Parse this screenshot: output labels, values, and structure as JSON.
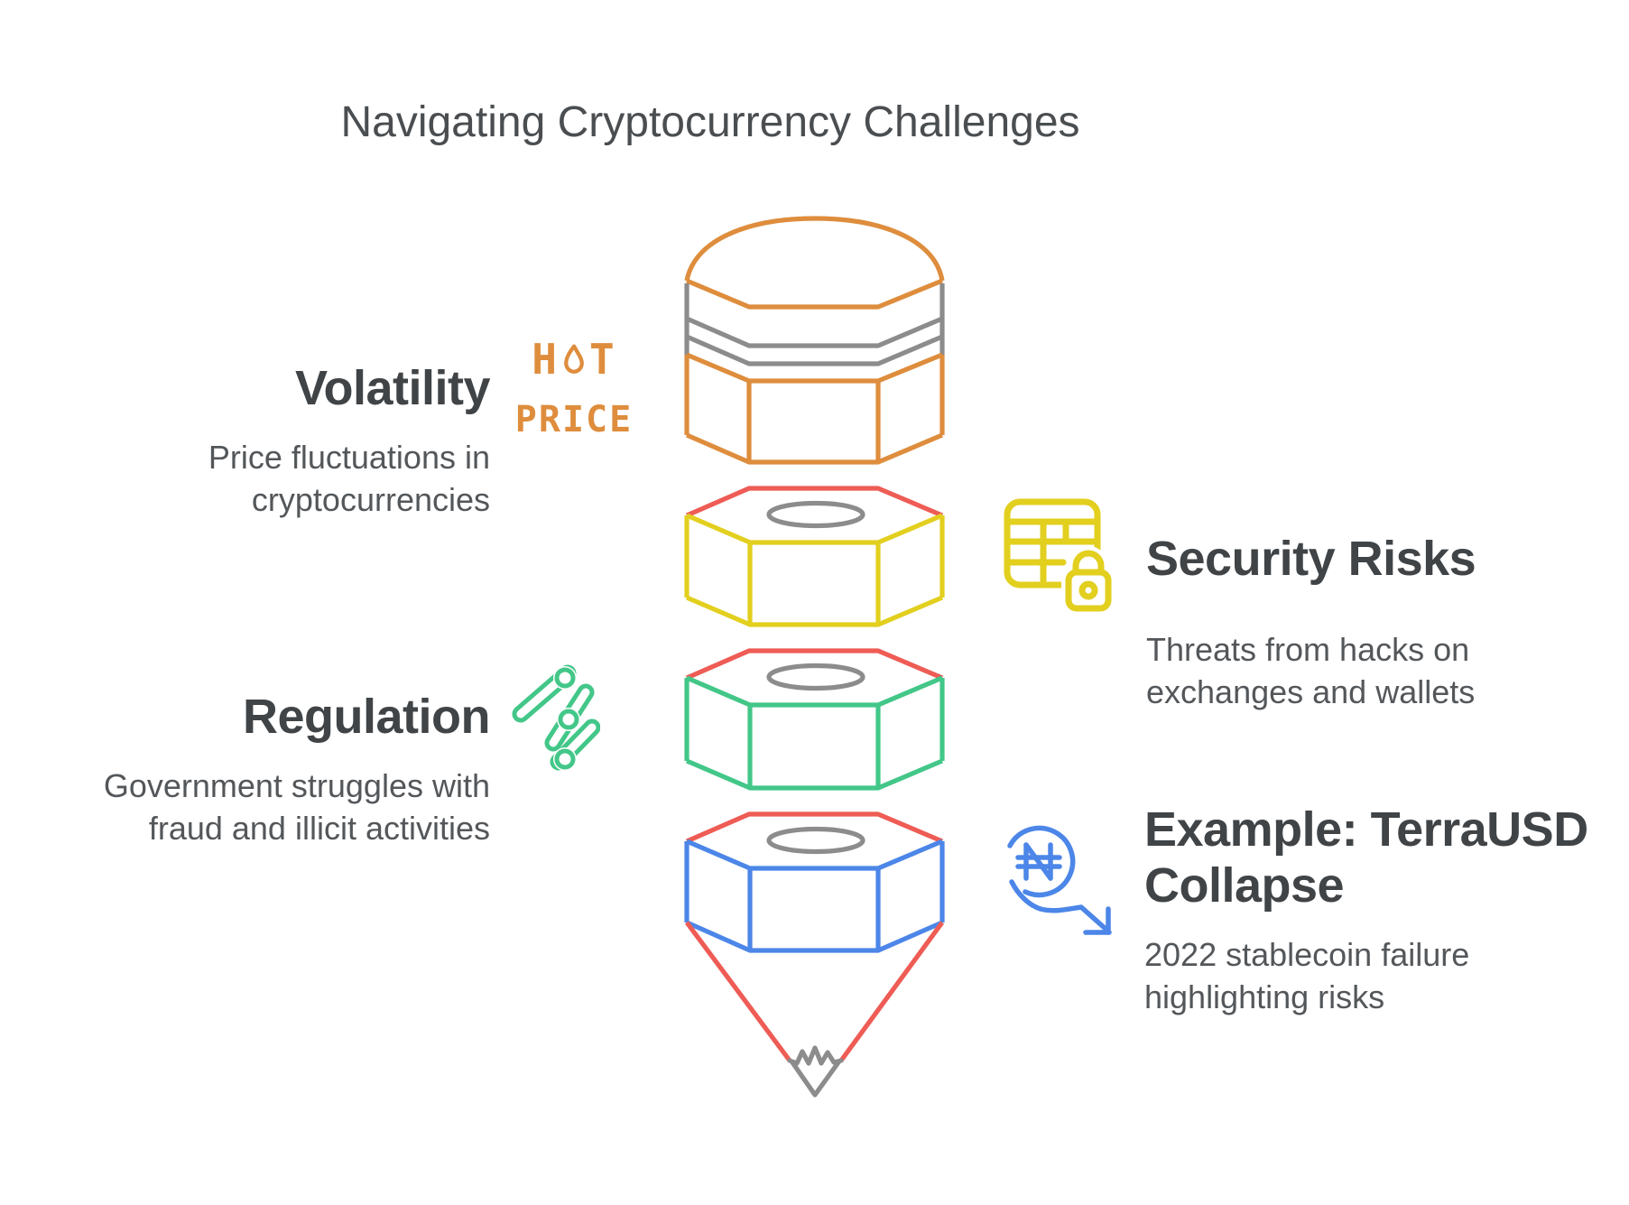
{
  "title": "Navigating Cryptocurrency Challenges",
  "sections": {
    "volatility": {
      "heading": "Volatility",
      "line1": "Price fluctuations in",
      "line2": "cryptocurrencies"
    },
    "security": {
      "heading": "Security Risks",
      "line1": "Threats from hacks on",
      "line2": "exchanges and wallets"
    },
    "regulation": {
      "heading": "Regulation",
      "line1": "Government struggles with",
      "line2": "fraud and illicit activities"
    },
    "terrausd": {
      "heading_line1": "Example: TerraUSD",
      "heading_line2": "Collapse",
      "line1": "2022 stablecoin failure",
      "line2": "highlighting risks"
    }
  },
  "hot_price": {
    "h": "H",
    "t": "T",
    "price": "PRICE"
  },
  "palette": {
    "orange": "#DE8D3D",
    "yellow": "#E2CF1E",
    "red": "#EE5C55",
    "green": "#43C789",
    "blue": "#4C86E8",
    "gray": "#8C8C8C",
    "heading_text": "#404447",
    "body_text": "#54575A",
    "title_text": "#4A4E51"
  }
}
